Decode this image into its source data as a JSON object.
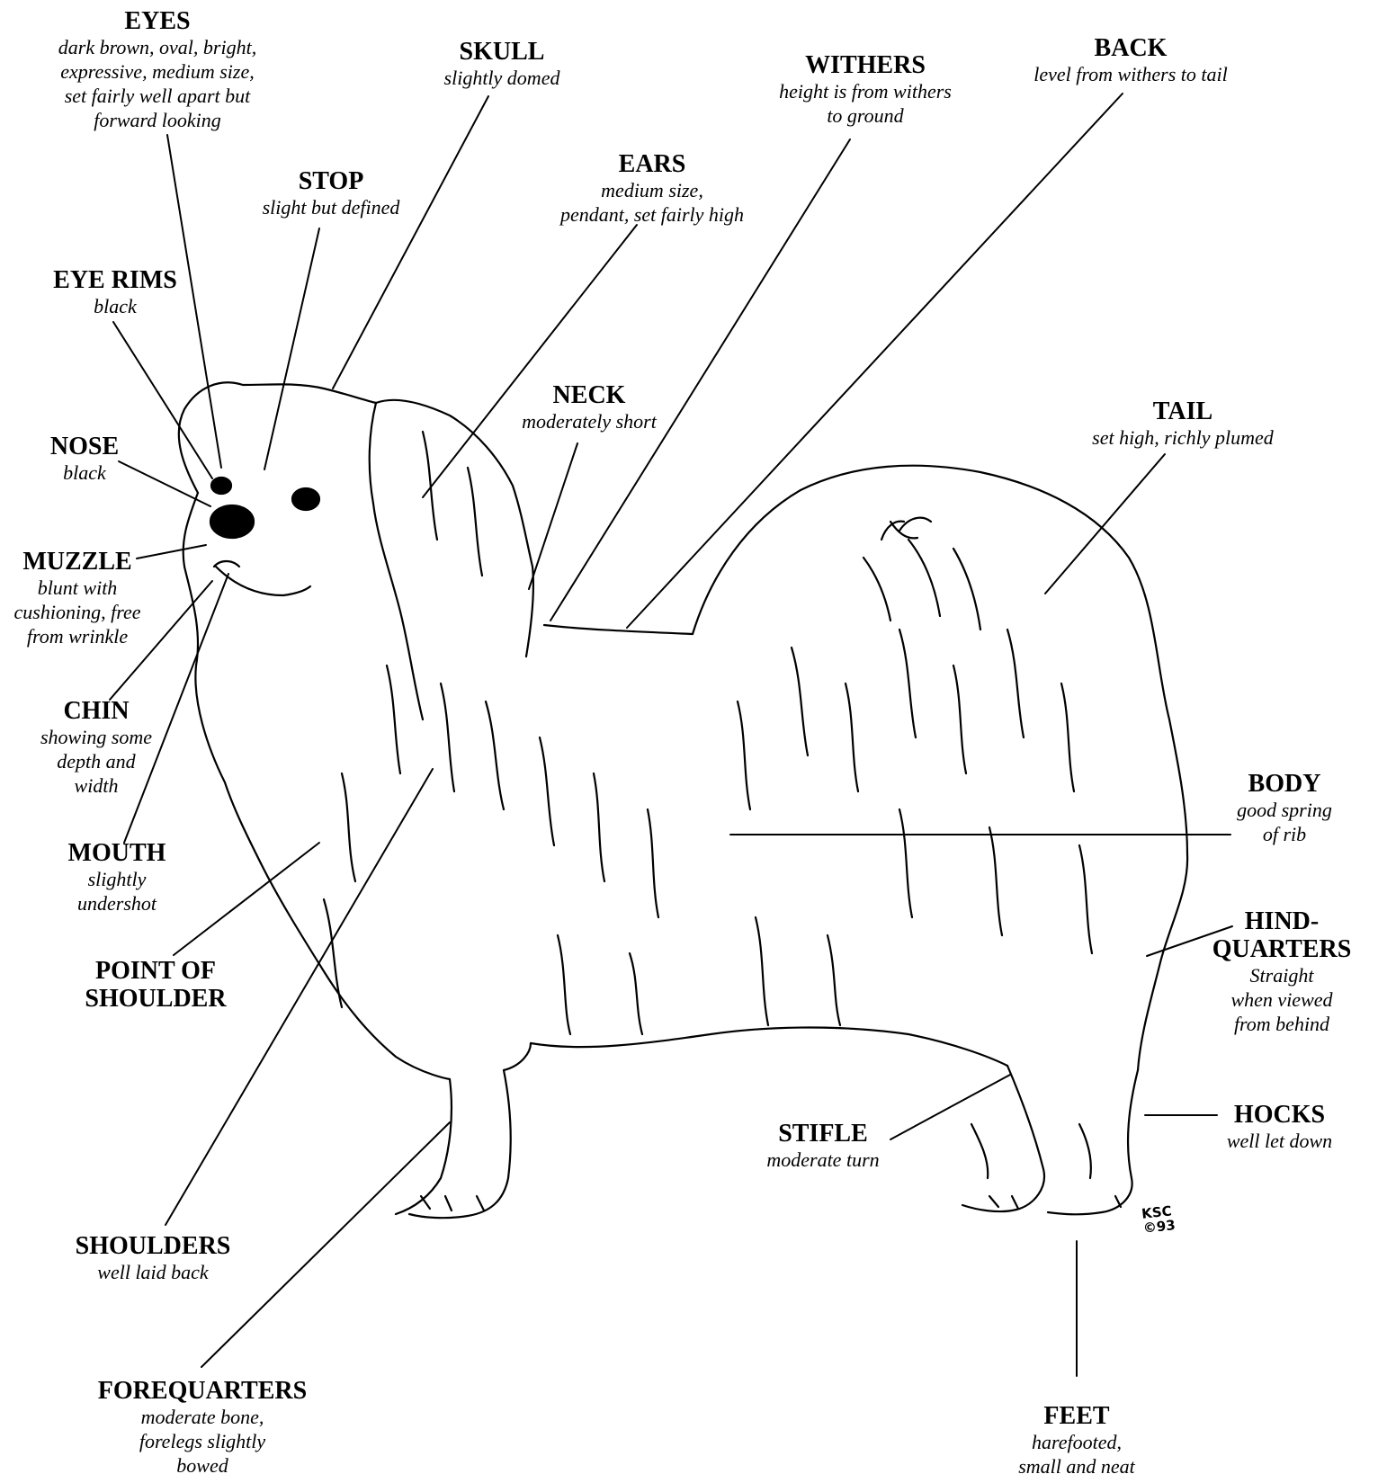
{
  "labels": {
    "eyes": {
      "name": "EYES",
      "desc": [
        "dark brown, oval, bright,",
        "expressive, medium size,",
        "set fairly well apart but",
        "forward looking"
      ]
    },
    "skull": {
      "name": "SKULL",
      "desc": [
        "slightly domed"
      ]
    },
    "withers": {
      "name": "WITHERS",
      "desc": [
        "height is from withers",
        "to ground"
      ]
    },
    "back": {
      "name": "BACK",
      "desc": [
        "level from withers to tail"
      ]
    },
    "stop": {
      "name": "STOP",
      "desc": [
        "slight but defined"
      ]
    },
    "ears": {
      "name": "EARS",
      "desc": [
        "medium size,",
        "pendant, set fairly high"
      ]
    },
    "eye_rims": {
      "name": "EYE RIMS",
      "desc": [
        "black"
      ]
    },
    "neck": {
      "name": "NECK",
      "desc": [
        "moderately short"
      ]
    },
    "tail": {
      "name": "TAIL",
      "desc": [
        "set high, richly plumed"
      ]
    },
    "nose": {
      "name": "NOSE",
      "desc": [
        "black"
      ]
    },
    "muzzle": {
      "name": "MUZZLE",
      "desc": [
        "blunt with",
        "cushioning, free",
        "from wrinkle"
      ]
    },
    "chin": {
      "name": "CHIN",
      "desc": [
        "showing some",
        "depth  and",
        "width"
      ]
    },
    "body": {
      "name": "BODY",
      "desc": [
        "good spring",
        "of rib"
      ]
    },
    "mouth": {
      "name": "MOUTH",
      "desc": [
        "slightly",
        "undershot"
      ]
    },
    "hindquarters": {
      "name": [
        "HIND-",
        "QUARTERS"
      ],
      "desc": [
        "Straight",
        "when viewed",
        "from behind"
      ]
    },
    "point_of_shoulder": {
      "name": [
        "POINT  OF",
        "SHOULDER"
      ],
      "desc": []
    },
    "stifle": {
      "name": "STIFLE",
      "desc": [
        "moderate turn"
      ]
    },
    "hocks": {
      "name": "HOCKS",
      "desc": [
        "well let down"
      ]
    },
    "shoulders": {
      "name": "SHOULDERS",
      "desc": [
        "well laid back"
      ]
    },
    "forequarters": {
      "name": "FOREQUARTERS",
      "desc": [
        "moderate bone,",
        "forelegs slightly",
        "bowed"
      ]
    },
    "feet": {
      "name": "FEET",
      "desc": [
        "harefooted,",
        "small and neat"
      ]
    }
  },
  "signature": [
    "KSC",
    "©93"
  ]
}
